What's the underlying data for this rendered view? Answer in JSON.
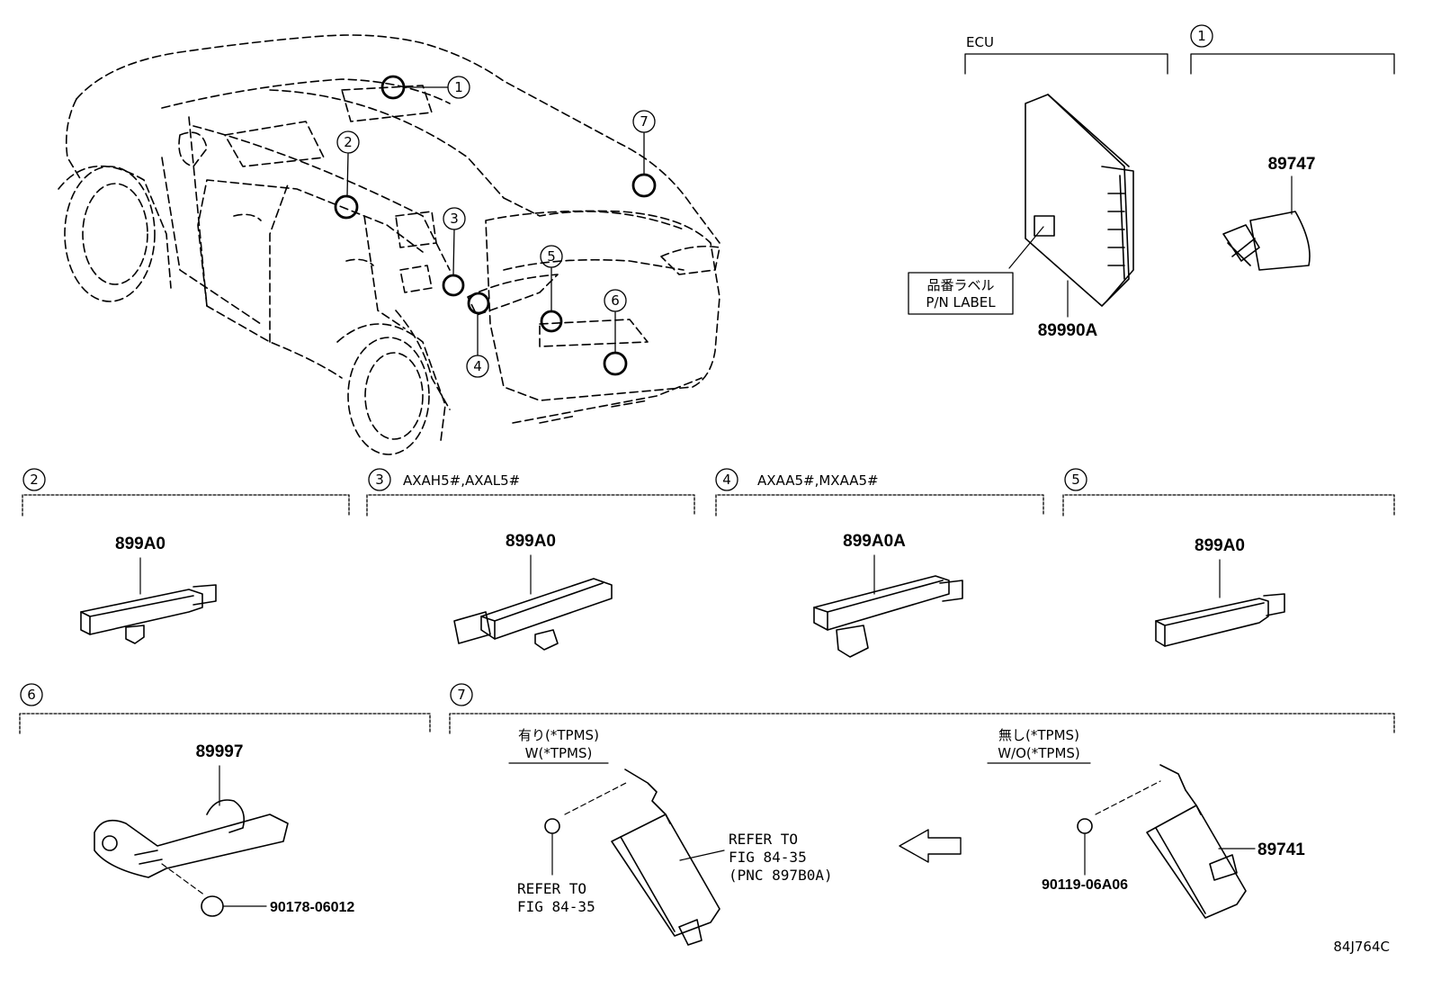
{
  "callouts": [
    "1",
    "2",
    "3",
    "4",
    "5",
    "6",
    "7"
  ],
  "panels": {
    "ecu": {
      "header": "ECU",
      "part": "89990A",
      "label_jp": "品番ラベル",
      "label_en": "P/N LABEL"
    },
    "p1": {
      "num": "1",
      "part": "89747"
    },
    "p2": {
      "num": "2",
      "part": "899A0"
    },
    "p3": {
      "num": "3",
      "models": "AXAH5#,AXAL5#",
      "part": "899A0"
    },
    "p4": {
      "num": "4",
      "models": "AXAA5#,MXAA5#",
      "part": "899A0A"
    },
    "p5": {
      "num": "5",
      "part": "899A0"
    },
    "p6": {
      "num": "6",
      "part": "89997",
      "fastener": "90178-06012"
    },
    "p7": {
      "num": "7",
      "with_jp": "有り(*TPMS)",
      "with_en": "W(*TPMS)",
      "without_jp": "無し(*TPMS)",
      "without_en": "W/O(*TPMS)",
      "refer_a1": "REFER TO",
      "refer_a2": "FIG 84-35",
      "refer_b1": "REFER TO",
      "refer_b2": "FIG 84-35",
      "refer_b3": "(PNC 897B0A)",
      "part": "89741",
      "fastener": "90119-06A06"
    }
  },
  "figure_id": "84J764C"
}
